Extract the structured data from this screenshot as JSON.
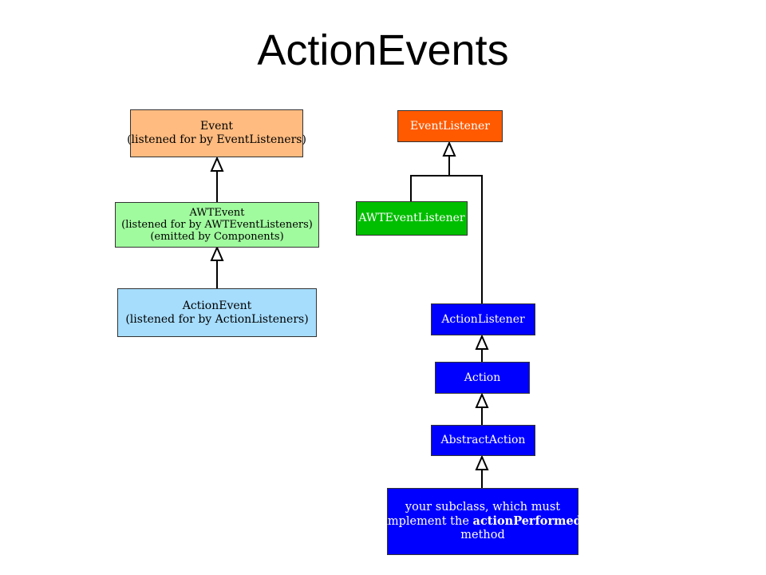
{
  "slide": {
    "title": "ActionEvents"
  },
  "event_hierarchy": {
    "event": {
      "name": "Event",
      "note": "(listened for by EventListeners)",
      "color": "#ffbb80"
    },
    "awt_event": {
      "name": "AWTEvent",
      "note": "(listened for by AWTEventListeners)",
      "note2": "(emitted by Components)",
      "color": "#a0fa9e"
    },
    "action_event": {
      "name": "ActionEvent",
      "note": "(listened for by ActionListeners)",
      "color": "#a6ddfd"
    }
  },
  "listener_hierarchy": {
    "event_listener": {
      "name": "EventListener",
      "color": "#ff5a00"
    },
    "awt_event_listener": {
      "name": "AWTEventListener",
      "color": "#00be00"
    },
    "action_listener": {
      "name": "ActionListener",
      "color": "#0000ff"
    },
    "action": {
      "name": "Action",
      "color": "#0000ff"
    },
    "abstract_action": {
      "name": "AbstractAction",
      "color": "#0000ff"
    },
    "subclass": {
      "line1": "your subclass, which must",
      "line2_prefix": "implement the ",
      "line2_bold": "actionPerformed",
      "line3": "method",
      "color": "#0000ff"
    }
  },
  "arrow_style": "hollow-triangle inheritance"
}
